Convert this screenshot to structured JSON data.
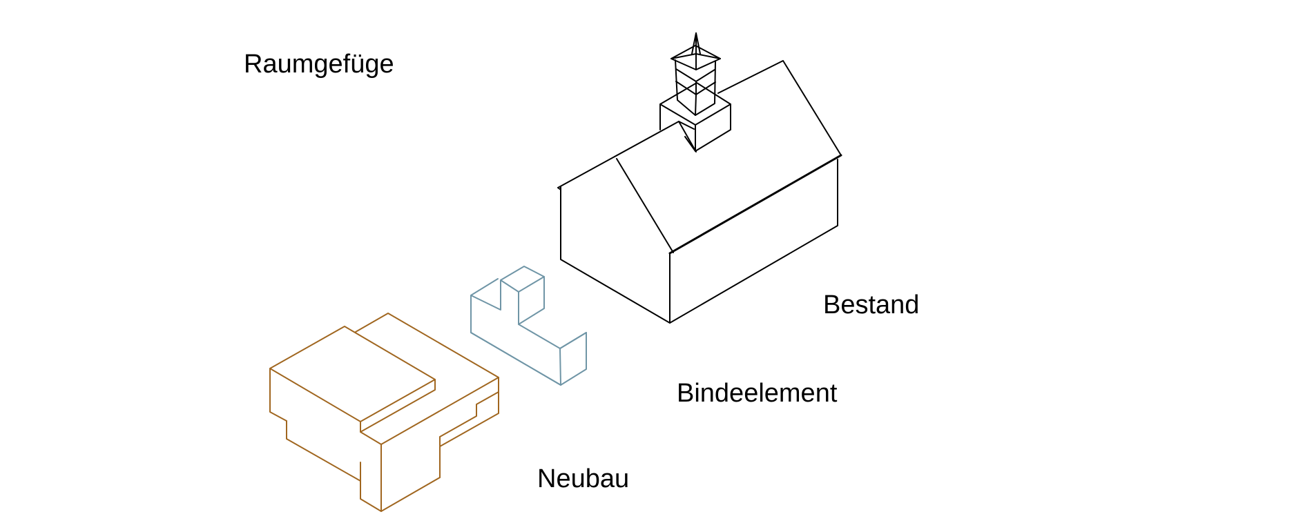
{
  "title": "Raumgefüge",
  "labels": {
    "bestand": "Bestand",
    "bindeelement": "Bindeelement",
    "neubau": "Neubau"
  },
  "colors": {
    "bestand": "#000000",
    "bindeelement": "#6f95a6",
    "neubau": "#a0661f",
    "background": "#ffffff"
  },
  "icons": {
    "bestand": "existing-house-isometric-icon",
    "bindeelement": "connector-volume-isometric-icon",
    "neubau": "new-building-isometric-icon"
  }
}
